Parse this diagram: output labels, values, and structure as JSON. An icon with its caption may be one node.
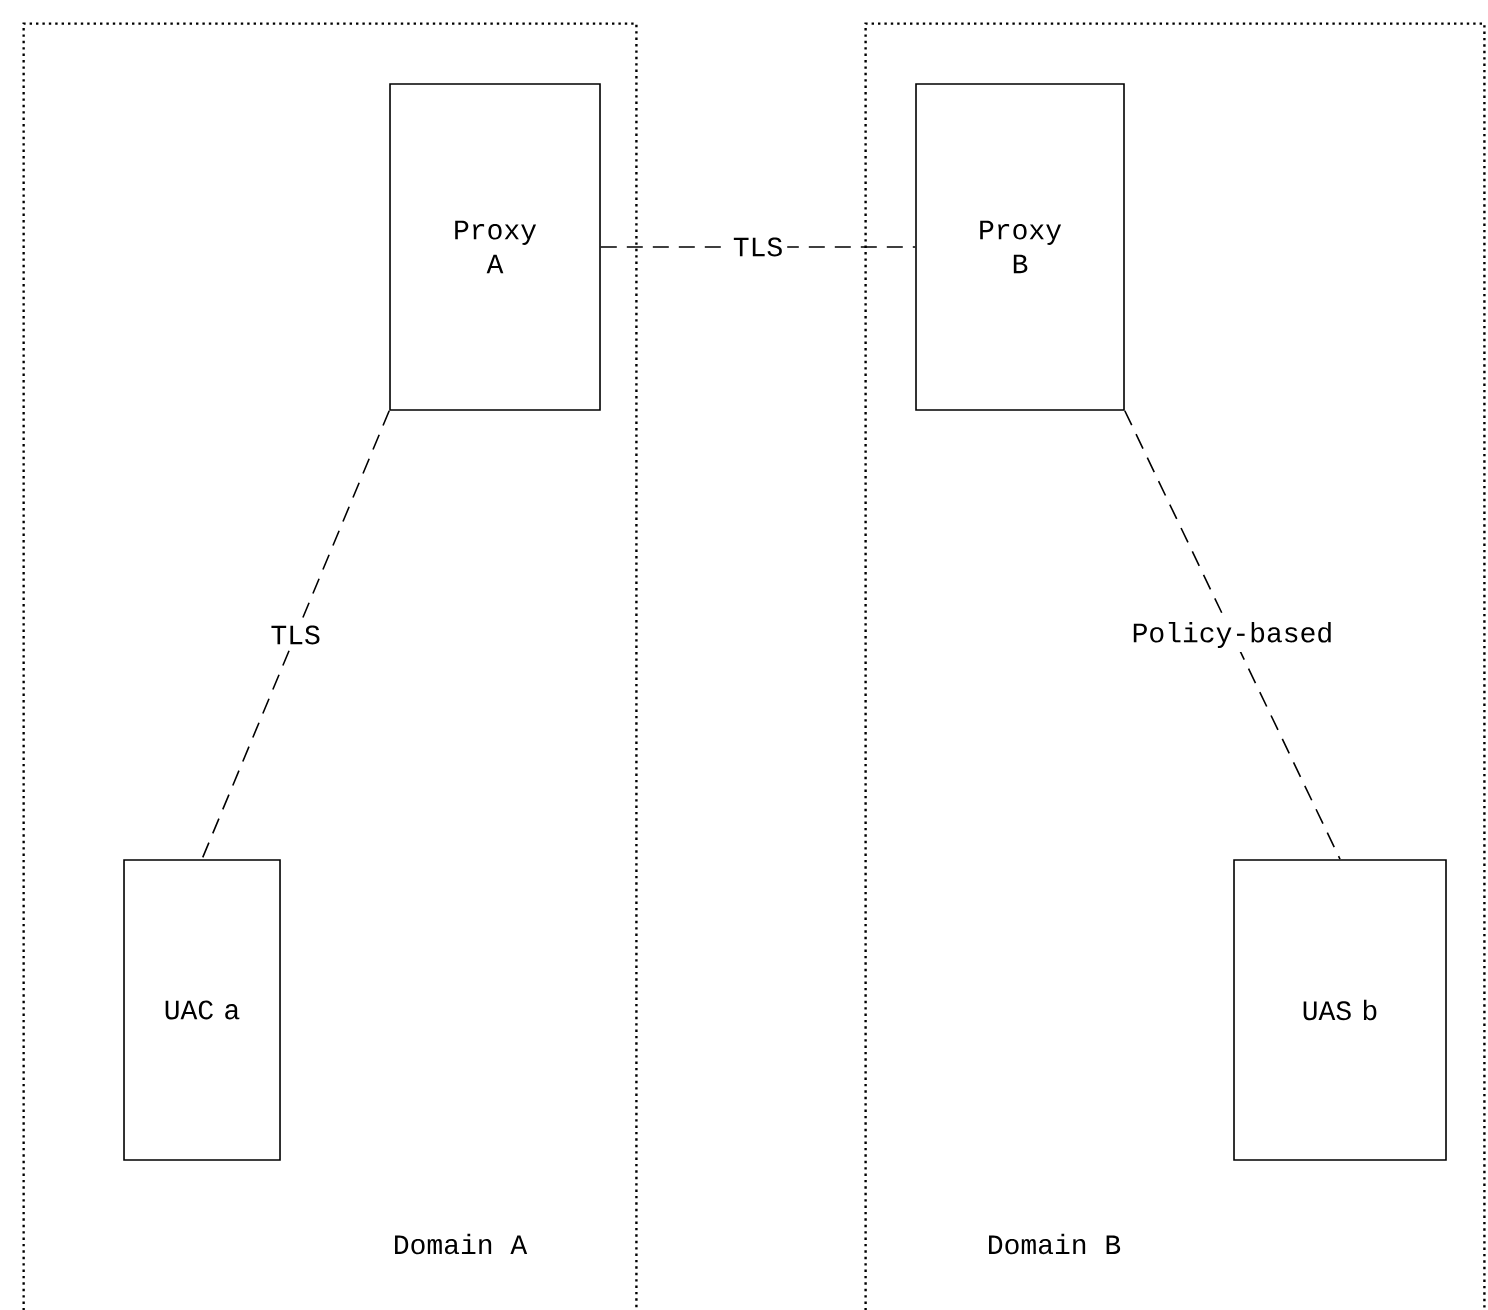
{
  "diagram": {
    "nodes": [
      {
        "text": [
          "Domain A"
        ]
      },
      {
        "text": [
          "Proxy A"
        ],
        "in": 0
      },
      {
        "text": [
          "UAC a"
        ],
        "in": 0
      },
      {
        "text": [
          "Domain B"
        ]
      },
      {
        "text": [
          "Proxy B"
        ],
        "in": 3
      },
      {
        "text": [
          "UAS b"
        ],
        "in": 3
      }
    ],
    "edges": [
      {
        "from": 1,
        "to": 4,
        "arrow": "none",
        "label": "TLS",
        "style": "dashed"
      },
      {
        "from": 1,
        "to": 2,
        "arrow": "none",
        "label": "TLS",
        "style": "dashed"
      },
      {
        "from": 4,
        "to": 5,
        "arrow": "none",
        "label": "Policy-based",
        "style": "dashed"
      }
    ]
  }
}
